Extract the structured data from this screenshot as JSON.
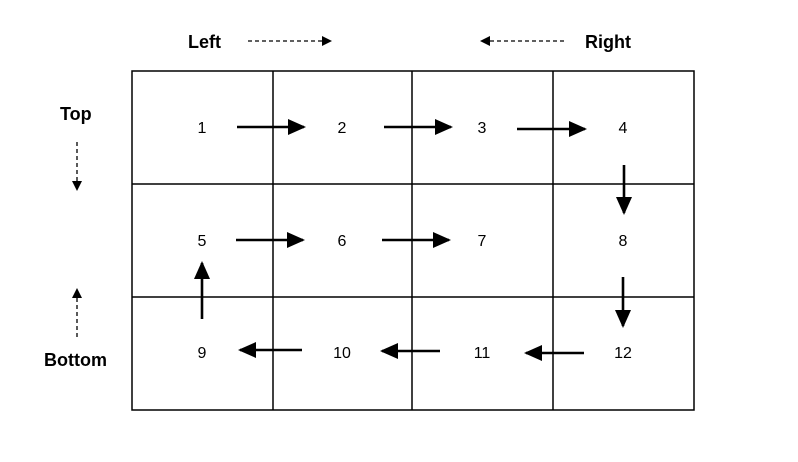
{
  "direction_labels": {
    "left": "Left",
    "right": "Right",
    "top": "Top",
    "bottom": "Bottom"
  },
  "grid": {
    "rows": 3,
    "cols": 4,
    "cells": [
      [
        "1",
        "2",
        "3",
        "4"
      ],
      [
        "5",
        "6",
        "7",
        "8"
      ],
      [
        "9",
        "10",
        "11",
        "12"
      ]
    ]
  },
  "flow_path": [
    "1",
    "2",
    "3",
    "4",
    "8",
    "12",
    "11",
    "10",
    "9",
    "5",
    "6",
    "7"
  ],
  "colors": {
    "line": "#000000",
    "background": "#ffffff"
  }
}
